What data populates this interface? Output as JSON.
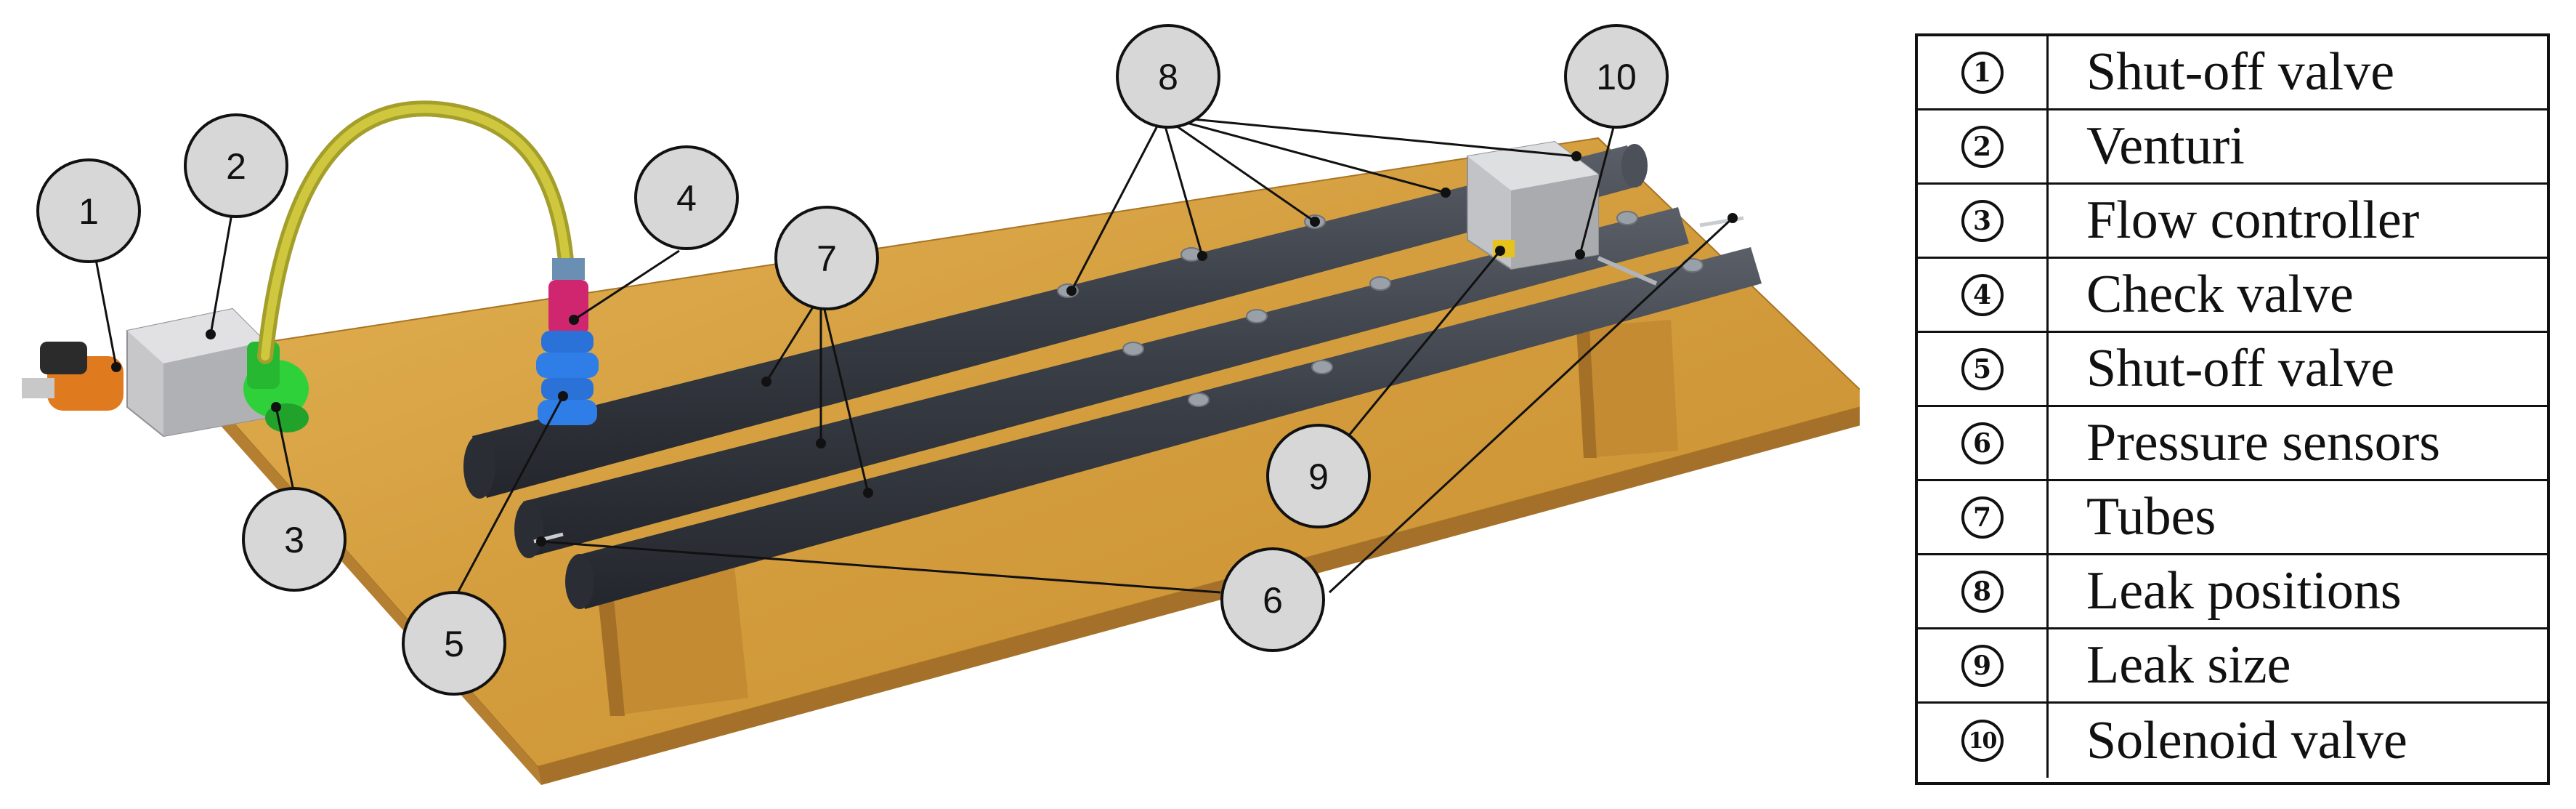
{
  "figure": {
    "callouts": [
      {
        "number": "1"
      },
      {
        "number": "2"
      },
      {
        "number": "3"
      },
      {
        "number": "4"
      },
      {
        "number": "5"
      },
      {
        "number": "6"
      },
      {
        "number": "7"
      },
      {
        "number": "8"
      },
      {
        "number": "9"
      },
      {
        "number": "10"
      }
    ],
    "colors": {
      "board": "#d9a441",
      "board_dark": "#b8832b",
      "tube": "#3c4048",
      "hose": "#c9c23a",
      "callout_fill": "#d7d7d7",
      "valve_orange": "#e07a1e",
      "controller_green": "#2fd13a",
      "check_valve_pink": "#d0266f",
      "shutoff_blue": "#2a72d8",
      "venturi_grey": "#c7c7c9"
    }
  },
  "legend": {
    "rows": [
      {
        "number": "1",
        "label": "Shut-off valve"
      },
      {
        "number": "2",
        "label": "Venturi"
      },
      {
        "number": "3",
        "label": "Flow controller"
      },
      {
        "number": "4",
        "label": "Check valve"
      },
      {
        "number": "5",
        "label": "Shut-off valve"
      },
      {
        "number": "6",
        "label": "Pressure sensors"
      },
      {
        "number": "7",
        "label": "Tubes"
      },
      {
        "number": "8",
        "label": "Leak positions"
      },
      {
        "number": "9",
        "label": "Leak size"
      },
      {
        "number": "10",
        "label": "Solenoid valve"
      }
    ]
  }
}
